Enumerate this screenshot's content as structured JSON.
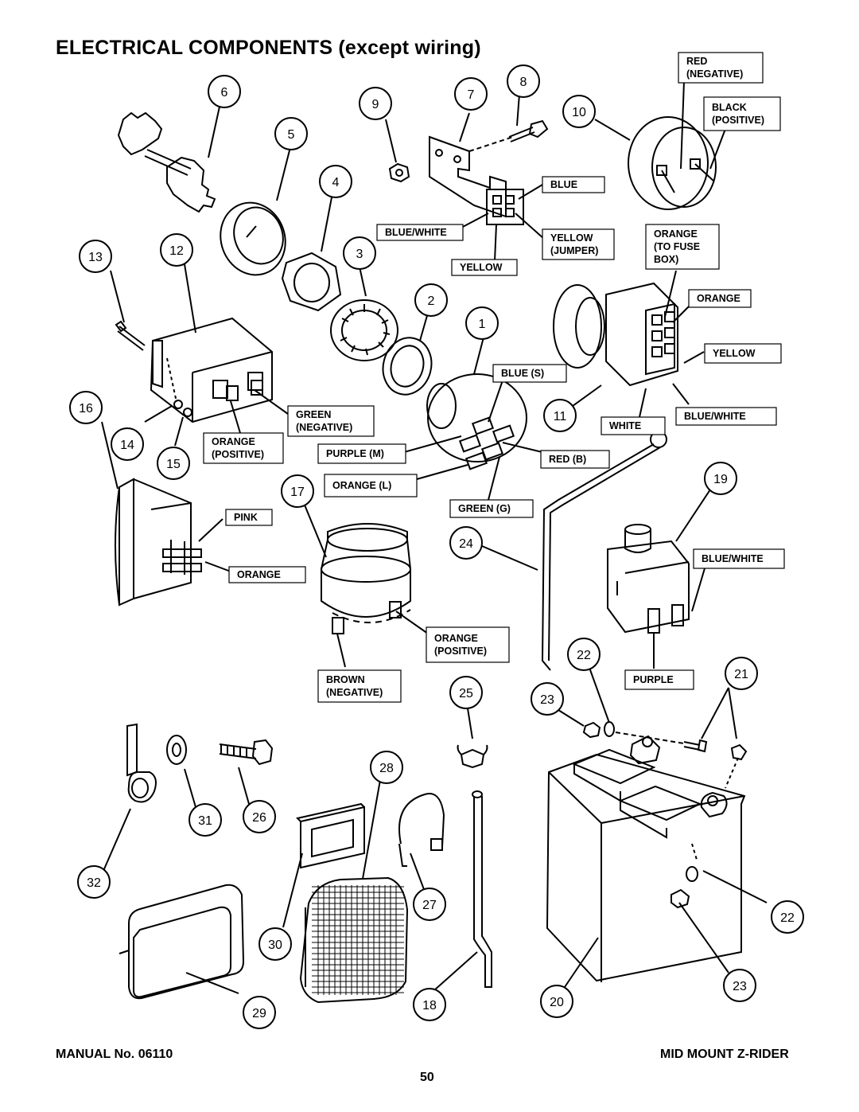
{
  "title": {
    "main": "ELECTRICAL COMPONENTS",
    "sub": "(except wiring)"
  },
  "callouts": [
    "6",
    "9",
    "7",
    "8",
    "10",
    "5",
    "4",
    "13",
    "12",
    "3",
    "2",
    "1",
    "16",
    "14",
    "15",
    "11",
    "17",
    "19",
    "24",
    "22",
    "21",
    "25",
    "23",
    "28",
    "31",
    "26",
    "32",
    "27",
    "22",
    "30",
    "23",
    "29",
    "18",
    "20"
  ],
  "labels": {
    "red_negative": [
      "RED",
      "(NEGATIVE)"
    ],
    "black_positive": [
      "BLACK",
      "(POSITIVE)"
    ],
    "blue": "BLUE",
    "blue_white_top": "BLUE/WHITE",
    "yellow_jumper": [
      "YELLOW",
      "(JUMPER)"
    ],
    "orange_fuse": [
      "ORANGE",
      "(TO FUSE",
      "BOX)"
    ],
    "yellow_mid": "YELLOW",
    "orange_right": "ORANGE",
    "yellow_right": "YELLOW",
    "blue_s": "BLUE (S)",
    "green_negative": [
      "GREEN",
      "(NEGATIVE)"
    ],
    "orange_positive": [
      "ORANGE",
      "(POSITIVE)"
    ],
    "purple_m": "PURPLE (M)",
    "red_b": "RED (B)",
    "white": "WHITE",
    "blue_white_right": "BLUE/WHITE",
    "orange_l": "ORANGE (L)",
    "pink": "PINK",
    "green_g": "GREEN (G)",
    "orange_switch": "ORANGE",
    "blue_white_lower": "BLUE/WHITE",
    "orange_positive_2": [
      "ORANGE",
      "(POSITIVE)"
    ],
    "purple": "PURPLE",
    "brown_negative": [
      "BROWN",
      "(NEGATIVE)"
    ]
  },
  "footer": {
    "manual": "MANUAL No. 06110",
    "model": "MID MOUNT Z-RIDER",
    "page": "50"
  }
}
